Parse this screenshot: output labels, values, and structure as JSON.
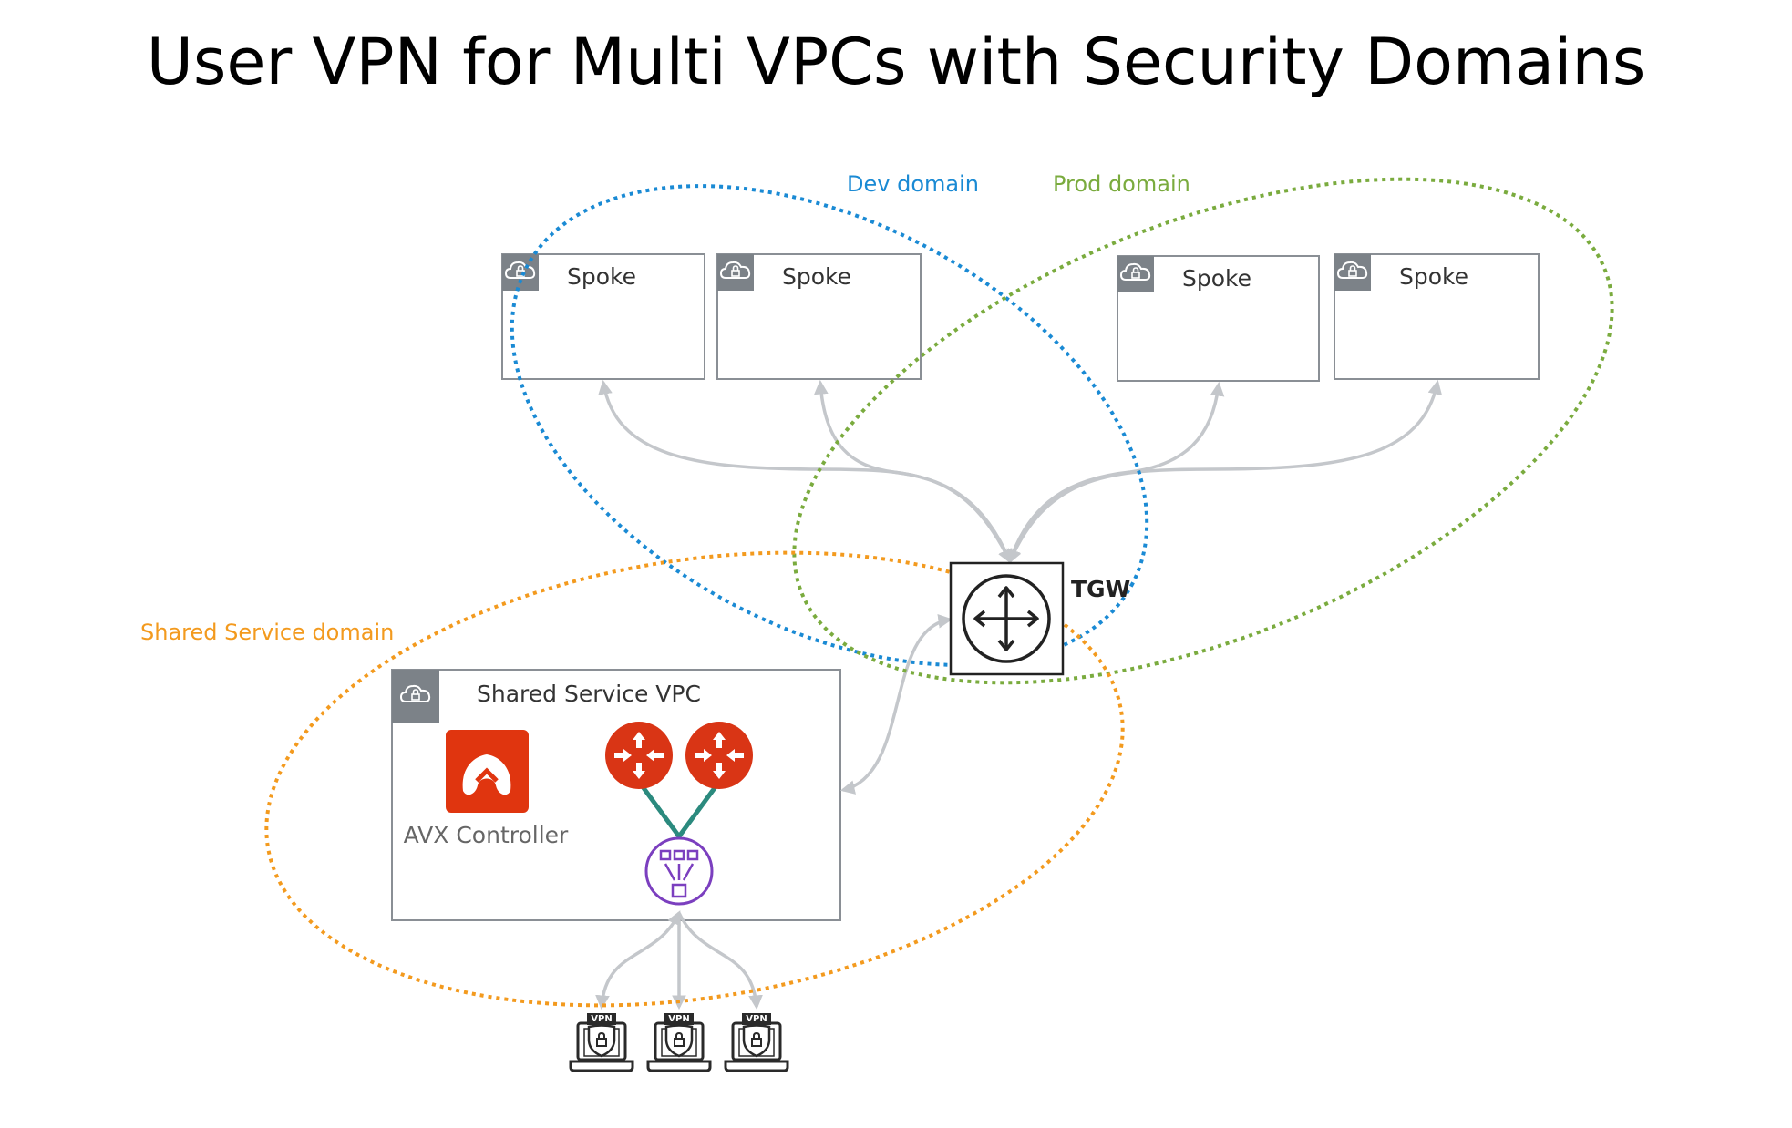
{
  "title": "User VPN for Multi VPCs with Security Domains",
  "domains": {
    "dev": {
      "label": "Dev domain",
      "color": "#1a8ad4"
    },
    "prod": {
      "label": "Prod domain",
      "color": "#7aab3e"
    },
    "shared": {
      "label": "Shared Service domain",
      "color": "#f39a1e"
    }
  },
  "spokes": [
    {
      "label": "Spoke"
    },
    {
      "label": "Spoke"
    },
    {
      "label": "Spoke"
    },
    {
      "label": "Spoke"
    }
  ],
  "tgw": {
    "label": "TGW"
  },
  "shared_vpc": {
    "label": "Shared Service VPC",
    "controller_label": "AVX Controller"
  },
  "vpn_clients": [
    {
      "badge": "VPN"
    },
    {
      "badge": "VPN"
    },
    {
      "badge": "VPN"
    }
  ],
  "colors": {
    "controller": "#e0350f",
    "gateway": "#d93515",
    "load_balancer": "#7b3fbf",
    "gateway_link": "#2b8a7e",
    "arrow": "#c4c7cb",
    "box_border": "#8a8f95"
  },
  "icons": {
    "spoke_tab": "cloud-lock-icon",
    "tgw": "router-cross-arrows-icon",
    "controller": "aviatrix-controller-icon",
    "gateway": "gateway-router-icon",
    "load_balancer": "network-load-balancer-icon",
    "vpn_client": "vpn-laptop-icon"
  }
}
